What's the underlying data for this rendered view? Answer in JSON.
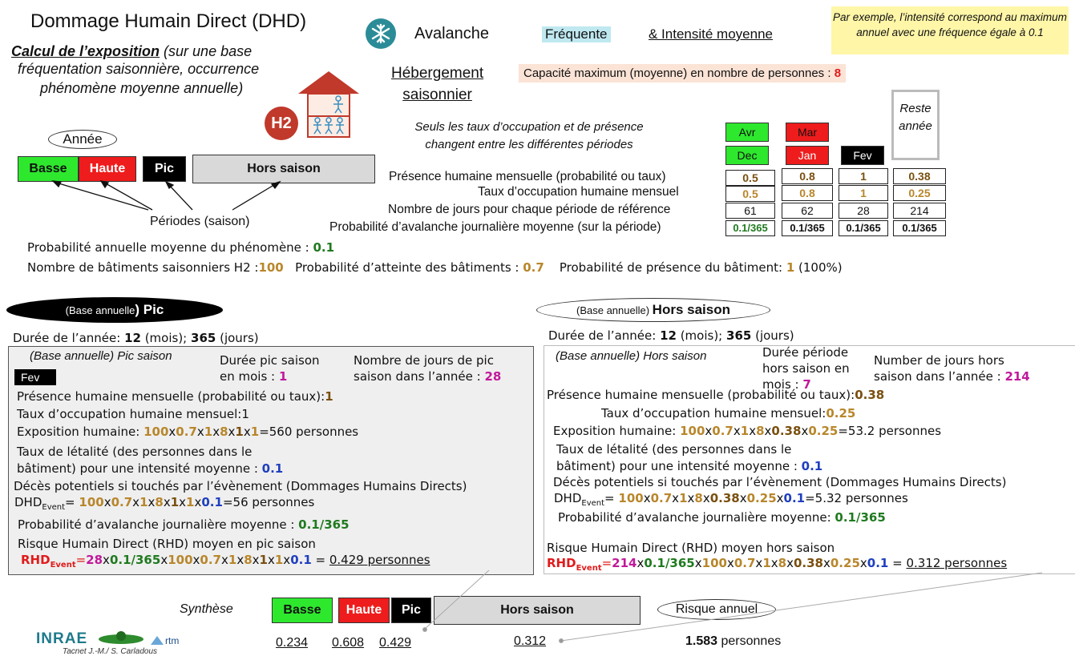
{
  "header": {
    "title": "Dommage Humain Direct (DHD)",
    "calc_title": "Calcul de l’exposition",
    "calc_sub1": " (sur une base",
    "calc_sub2": "fréquentation saisonnière, occurrence",
    "calc_sub3": "phénomène moyenne annuelle)",
    "hazard": "Avalanche",
    "freq": "Fréquente",
    "intensity": "& Intensité moyenne",
    "note": "Par exemple, l’intensité correspond au maximum annuel avec une fréquence égale à 0.1"
  },
  "building": {
    "label_line1": "Hébergement",
    "label_line2": "saisonnier",
    "capacity_label": "Capacité maximum (moyenne) en nombre de personnes : ",
    "capacity_value": "8",
    "badge": "H2"
  },
  "periods": {
    "annee": "Année",
    "basse": "Basse",
    "haute": "Haute",
    "pic": "Pic",
    "hors": "Hors saison",
    "caption": "Périodes (saison)",
    "note1": "Seuls les taux d’occupation et de présence",
    "note2": "changent entre les différentes périodes"
  },
  "table": {
    "col_labels": {
      "avr": "Avr",
      "mar": "Mar",
      "dec": "Dec",
      "jan": "Jan",
      "fev": "Fev",
      "reste1": "Reste",
      "reste2": "année"
    },
    "rows": [
      {
        "label": "Présence humaine mensuelle (probabilité ou taux)",
        "v": [
          "0.5",
          "0.8",
          "1",
          "0.38"
        ]
      },
      {
        "label": "Taux d’occupation humaine mensuel",
        "v": [
          "0.5",
          "0.8",
          "1",
          "0.25"
        ]
      },
      {
        "label": "Nombre de jours pour chaque période de référence",
        "v": [
          "61",
          "62",
          "28",
          "214"
        ]
      },
      {
        "label": "Probabilité d’avalanche journalière moyenne (sur la période)",
        "v": [
          "0.1/365",
          "0.1/365",
          "0.1/365",
          "0.1/365"
        ]
      }
    ]
  },
  "params": {
    "p1_label": "Probabilité annuelle moyenne du phénomène : ",
    "p1_value": "0.1",
    "p2_label": "Nombre de bâtiments saisonniers H2 :",
    "p2_value": "100",
    "p3_label": "Probabilité d’atteinte des bâtiments : ",
    "p3_value": "0.7",
    "p4_label": "Probabilité de présence du bâtiment: ",
    "p4_value": "1",
    "p4_pct": " (100%)"
  },
  "pic": {
    "pill_small": "(Base annuelle",
    "pill_big": ") Pic",
    "duree": "Durée de l’année: ",
    "d12": "12",
    "mois": " (mois); ",
    "d365": "365",
    "jours": " (jours)",
    "box_title": "(Base annuelle) Pic saison",
    "fev": "Fev",
    "duree_pic1": "Durée pic saison",
    "duree_pic2": "en mois : ",
    "duree_pic_val": "1",
    "nb_jours1": "Nombre de jours de pic",
    "nb_jours2": "saison dans l’année : ",
    "nb_jours_val": "28",
    "presence": "Présence humaine mensuelle (probabilité ou taux):",
    "presence_val": "1",
    "taux": "Taux d’occupation humaine mensuel:1",
    "expo_label": "Exposition humaine: ",
    "expo_result": "=560 personnes",
    "leth1": "Taux de létalité (des personnes dans le",
    "leth2": "bâtiment) pour une intensité moyenne  : ",
    "leth_val": "0.1",
    "deces": "Décès potentiels si touchés par l’évènement (Dommages Humains Directs)",
    "dhd_result": "=56 personnes",
    "proba_label": "Probabilité d’avalanche journalière moyenne : ",
    "proba_val": "0.1/365",
    "rhd_title": "Risque Humain Direct (RHD) moyen en pic saison",
    "rhd_result": "0.429  personnes"
  },
  "hors": {
    "pill_small": "(Base annuelle) ",
    "pill_big": "Hors saison",
    "box_title": "(Base annuelle) Hors saison",
    "duree_h1": "Durée période",
    "duree_h2": "hors saison en",
    "duree_h3": "mois : ",
    "duree_h_val": "7",
    "nb1": "Number de jours hors",
    "nb2": "saison dans l’année : ",
    "nb_val": "214",
    "presence": "Présence humaine mensuelle (probabilité ou taux):",
    "presence_val": "0.38",
    "taux": "Taux d’occupation humaine mensuel:",
    "taux_val": "0.25",
    "expo_label": "Exposition humaine: ",
    "expo_result": "=53.2 personnes",
    "leth1": "Taux de létalité (des personnes dans le",
    "leth2": "bâtiment) pour une intensité moyenne  : ",
    "leth_val": "0.1",
    "deces": "Décès potentiels si touchés par l’évènement (Dommages Humains Directs)",
    "dhd_result": "=5.32 personnes",
    "proba_label": "Probabilité d’avalanche journalière moyenne: ",
    "proba_val": "0.1/365",
    "rhd_title": "Risque Humain Direct (RHD) moyen hors saison",
    "rhd_result": "0.312 personnes"
  },
  "synthese": {
    "label": "Synthèse",
    "risque": "Risque annuel",
    "v_basse": "0.234",
    "v_haute": "0.608",
    "v_pic": "0.429",
    "v_hors": "0.312",
    "total": "1.583",
    "total_unit": " personnes"
  },
  "footer": {
    "inrae": "INRAE",
    "rtm": "rtm",
    "credit": "Tacnet J.-M./ S. Carladous"
  },
  "colors": {
    "green": "#2ee82e",
    "red": "#ee1c1c",
    "black": "#000000",
    "grey": "#d9d9d9",
    "note_bg": "#fff6a8",
    "cap_bg": "#fbe3d6",
    "pill_black": "#000000"
  }
}
